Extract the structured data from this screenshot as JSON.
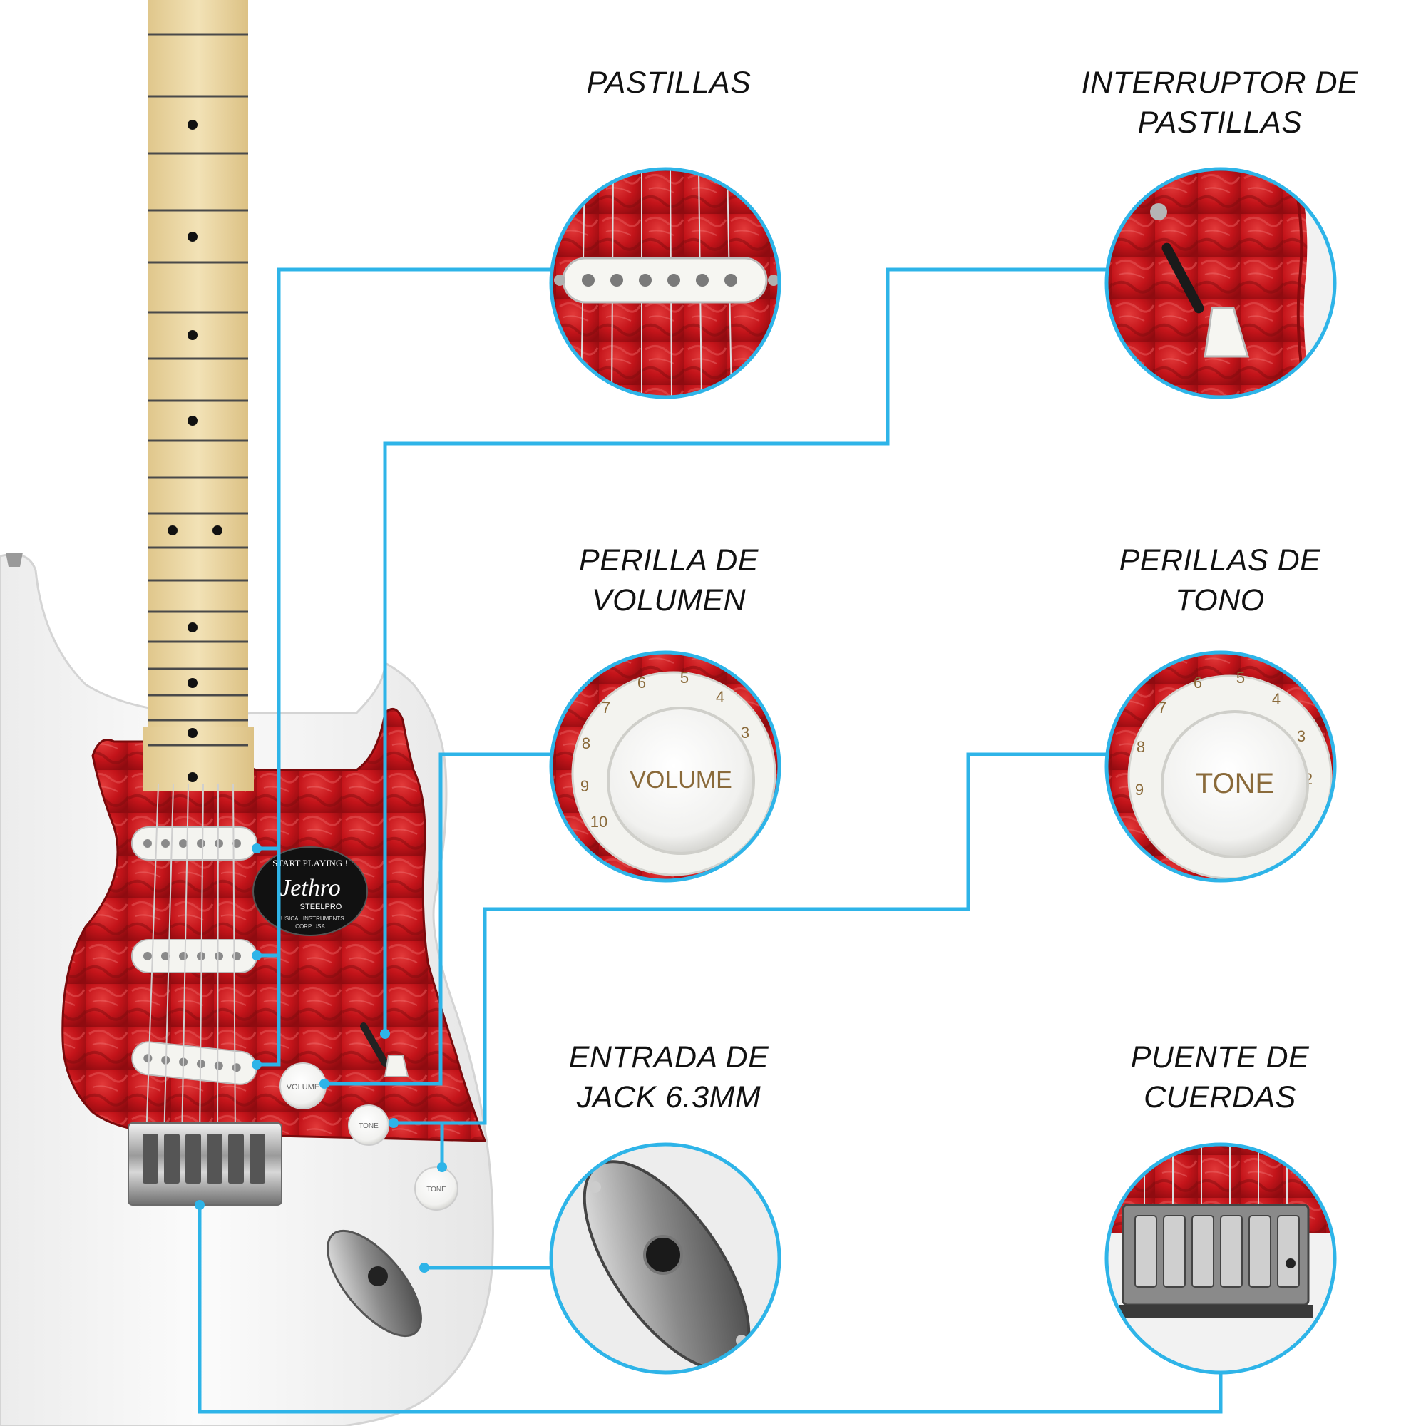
{
  "colors": {
    "callout_line": "#2eb4e8",
    "pickguard_red": "#c4141a",
    "body_white": "#f6f6f6",
    "maple_neck": "#ecd9a6"
  },
  "labels": {
    "pickups": [
      "PASTILLAS"
    ],
    "pickup_switch": [
      "INTERRUPTOR DE",
      "PASTILLAS"
    ],
    "volume_knob": [
      "PERILLA DE",
      "VOLUMEN"
    ],
    "tone_knobs": [
      "PERILLAS DE",
      "TONO"
    ],
    "jack_input": [
      "ENTRADA DE",
      "JACK 6.3MM"
    ],
    "string_bridge": [
      "PUENTE DE",
      "CUERDAS"
    ]
  },
  "knobs": {
    "volume_text": "VOLUME",
    "tone_text": "TONE"
  },
  "badge": {
    "brand": "Jethro",
    "top": "START PLAYING !",
    "sub": "STEELPRO",
    "line1": "MUSICAL INSTRUMENTS",
    "line2": "CORP USA"
  }
}
